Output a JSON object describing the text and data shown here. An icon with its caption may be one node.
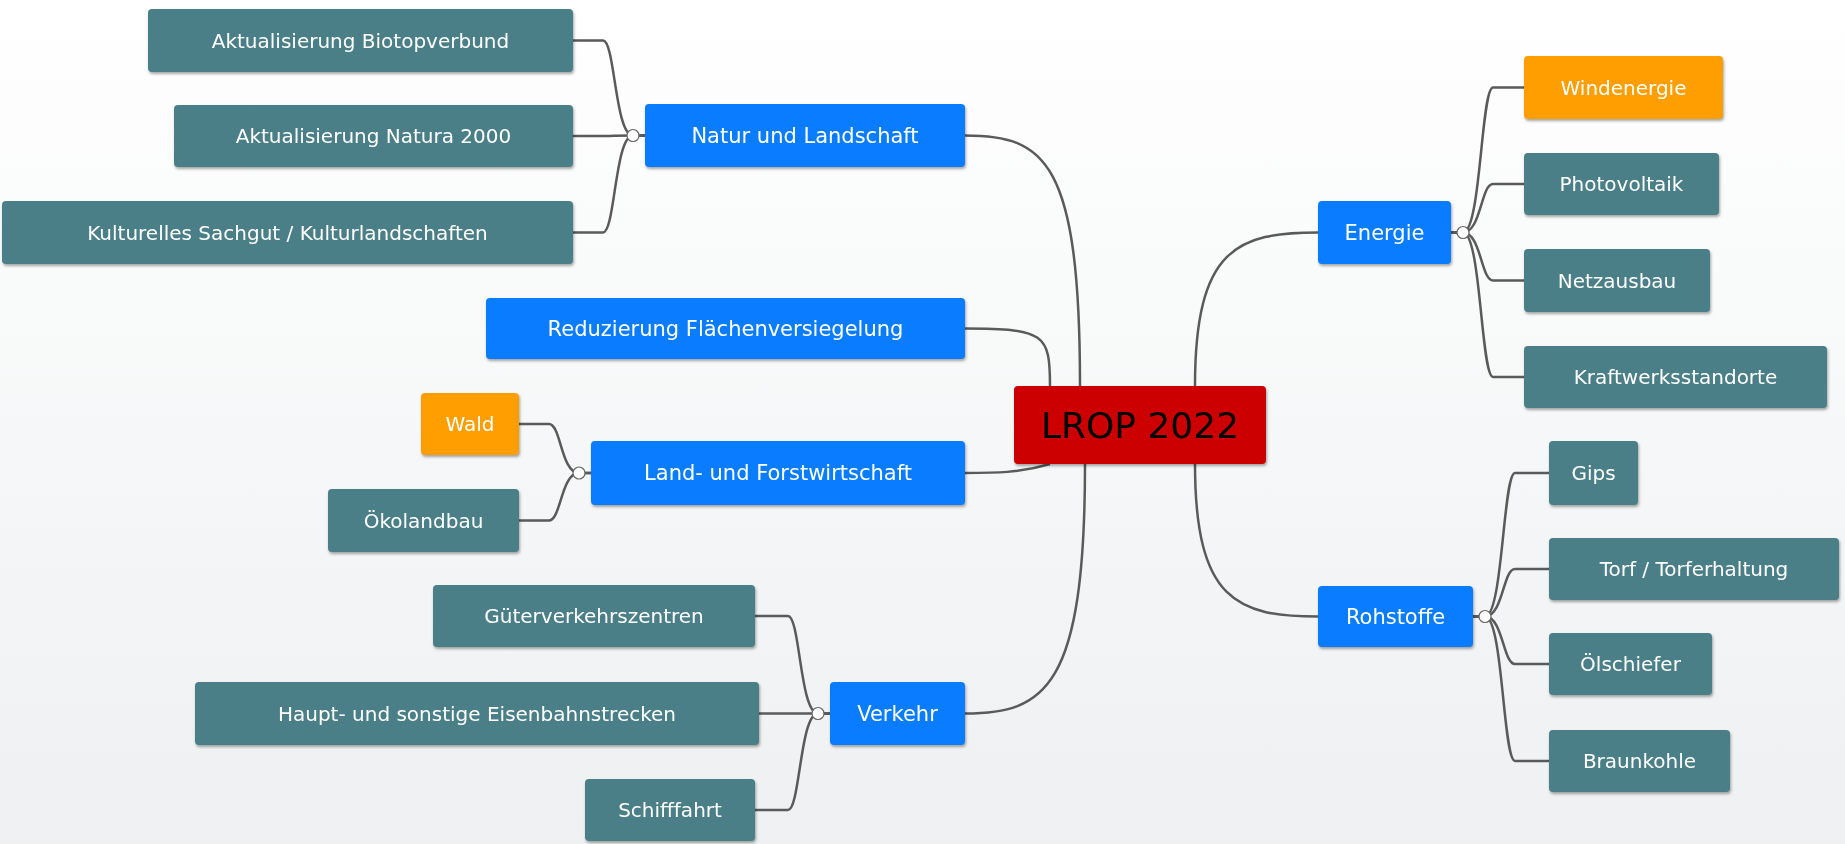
{
  "diagram": {
    "nodes": [
      {
        "text": [
          "LROP 2022"
        ]
      },
      {
        "text": [
          "Natur und Landschaft"
        ]
      },
      {
        "text": [
          "Aktualisierung Biotopverbund"
        ]
      },
      {
        "text": [
          "Aktualisierung Natura 2000"
        ]
      },
      {
        "text": [
          "Kulturelles Sachgut / Kulturlandschaften"
        ]
      },
      {
        "text": [
          "Reduzierung Flächenversiegelung"
        ]
      },
      {
        "text": [
          "Land- und Forstwirtschaft"
        ]
      },
      {
        "text": [
          "Wald"
        ]
      },
      {
        "text": [
          "Ökolandbau"
        ]
      },
      {
        "text": [
          "Verkehr"
        ]
      },
      {
        "text": [
          "Güterverkehrszentren"
        ]
      },
      {
        "text": [
          "Haupt- und sonstige Eisenbahnstrecken"
        ]
      },
      {
        "text": [
          "Schifffahrt"
        ]
      },
      {
        "text": [
          "Energie"
        ]
      },
      {
        "text": [
          "Windenergie"
        ]
      },
      {
        "text": [
          "Photovoltaik"
        ]
      },
      {
        "text": [
          "Netzausbau"
        ]
      },
      {
        "text": [
          "Kraftwerksstandorte"
        ]
      },
      {
        "text": [
          "Rohstoffe"
        ]
      },
      {
        "text": [
          "Gips"
        ]
      },
      {
        "text": [
          "Torf / Torferhaltung"
        ]
      },
      {
        "text": [
          "Ölschiefer"
        ]
      },
      {
        "text": [
          "Braunkohle"
        ]
      }
    ],
    "edges": [
      {
        "from": 0,
        "to": 1,
        "arrow": "none"
      },
      {
        "from": 1,
        "to": 2,
        "arrow": "none"
      },
      {
        "from": 1,
        "to": 3,
        "arrow": "none"
      },
      {
        "from": 1,
        "to": 4,
        "arrow": "none"
      },
      {
        "from": 0,
        "to": 5,
        "arrow": "none"
      },
      {
        "from": 0,
        "to": 6,
        "arrow": "none"
      },
      {
        "from": 6,
        "to": 7,
        "arrow": "none"
      },
      {
        "from": 6,
        "to": 8,
        "arrow": "none"
      },
      {
        "from": 0,
        "to": 9,
        "arrow": "none"
      },
      {
        "from": 9,
        "to": 10,
        "arrow": "none"
      },
      {
        "from": 9,
        "to": 11,
        "arrow": "none"
      },
      {
        "from": 9,
        "to": 12,
        "arrow": "none"
      },
      {
        "from": 0,
        "to": 13,
        "arrow": "none"
      },
      {
        "from": 13,
        "to": 14,
        "arrow": "none"
      },
      {
        "from": 13,
        "to": 15,
        "arrow": "none"
      },
      {
        "from": 13,
        "to": 16,
        "arrow": "none"
      },
      {
        "from": 13,
        "to": 17,
        "arrow": "none"
      },
      {
        "from": 0,
        "to": 18,
        "arrow": "none"
      },
      {
        "from": 18,
        "to": 19,
        "arrow": "none"
      },
      {
        "from": 18,
        "to": 20,
        "arrow": "none"
      },
      {
        "from": 18,
        "to": 21,
        "arrow": "none"
      },
      {
        "from": 18,
        "to": 22,
        "arrow": "none"
      }
    ]
  }
}
